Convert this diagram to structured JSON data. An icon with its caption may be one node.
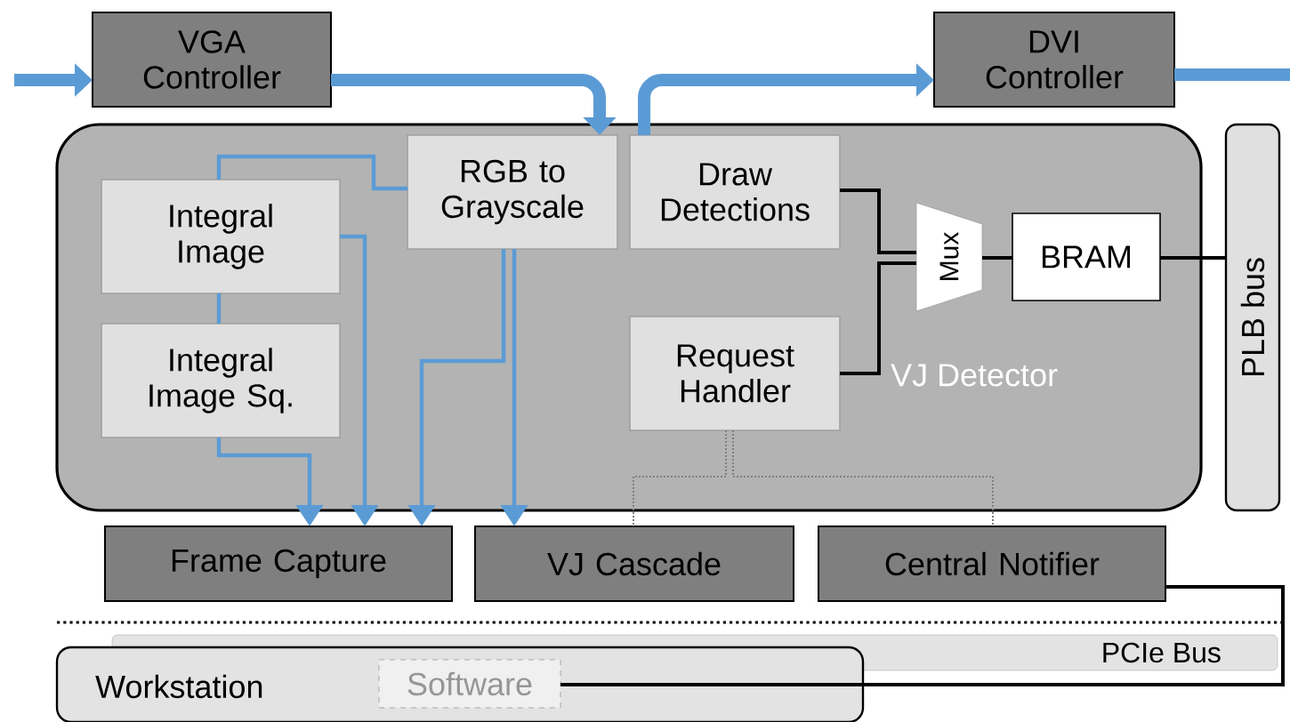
{
  "diagram": {
    "nodes": [
      {
        "text": [
          "VGA Controller"
        ]
      },
      {
        "text": [
          "DVI Controller"
        ]
      },
      {
        "text": [
          "VJ Detector"
        ]
      },
      {
        "text": [
          "RGB to Grayscale"
        ],
        "in": 2
      },
      {
        "text": [
          "Draw Detections"
        ],
        "in": 2
      },
      {
        "text": [
          "Integral Image"
        ],
        "in": 2
      },
      {
        "text": [
          "Integral Image Sq."
        ],
        "in": 2
      },
      {
        "text": [
          "Mux"
        ],
        "in": 2
      },
      {
        "text": [
          "BRAM"
        ],
        "in": 2
      },
      {
        "text": [
          "Request Handler"
        ],
        "in": 2
      },
      {
        "text": [
          "PLB bus"
        ]
      },
      {
        "text": [
          "Frame Capture"
        ]
      },
      {
        "text": [
          "VJ Cascade"
        ]
      },
      {
        "text": [
          "Central Notifier"
        ]
      },
      {
        "text": [
          "PCIe Bus"
        ]
      },
      {
        "text": [
          "Workstation"
        ]
      },
      {
        "text": [
          "Software"
        ],
        "in": 15
      }
    ],
    "edges": [
      {
        "from": null,
        "to": 0,
        "arrow": "to",
        "style": "thick"
      },
      {
        "from": 0,
        "to": 3,
        "arrow": "to",
        "style": "thick"
      },
      {
        "from": 4,
        "to": 1,
        "arrow": "to",
        "style": "thick"
      },
      {
        "from": 1,
        "to": null,
        "arrow": "none",
        "style": "thick"
      },
      {
        "from": 3,
        "to": 5,
        "arrow": "none"
      },
      {
        "from": 5,
        "to": 6,
        "arrow": "none"
      },
      {
        "from": 5,
        "to": 11,
        "arrow": "to"
      },
      {
        "from": 6,
        "to": 11,
        "arrow": "to"
      },
      {
        "from": 3,
        "to": 11,
        "arrow": "to"
      },
      {
        "from": 3,
        "to": 12,
        "arrow": "to"
      },
      {
        "from": 4,
        "to": 7,
        "arrow": "none",
        "color": "#000000"
      },
      {
        "from": 9,
        "to": 7,
        "arrow": "none",
        "color": "#000000"
      },
      {
        "from": 7,
        "to": 8,
        "arrow": "none",
        "color": "#000000"
      },
      {
        "from": 8,
        "to": 10,
        "arrow": "none",
        "color": "#000000"
      },
      {
        "from": 9,
        "to": 12,
        "arrow": "none",
        "style": "dashed",
        "color": "#808080"
      },
      {
        "from": 9,
        "to": 13,
        "arrow": "none",
        "style": "dashed",
        "color": "#808080"
      },
      {
        "from": 13,
        "to": 16,
        "arrow": "none",
        "color": "#000000"
      }
    ]
  }
}
